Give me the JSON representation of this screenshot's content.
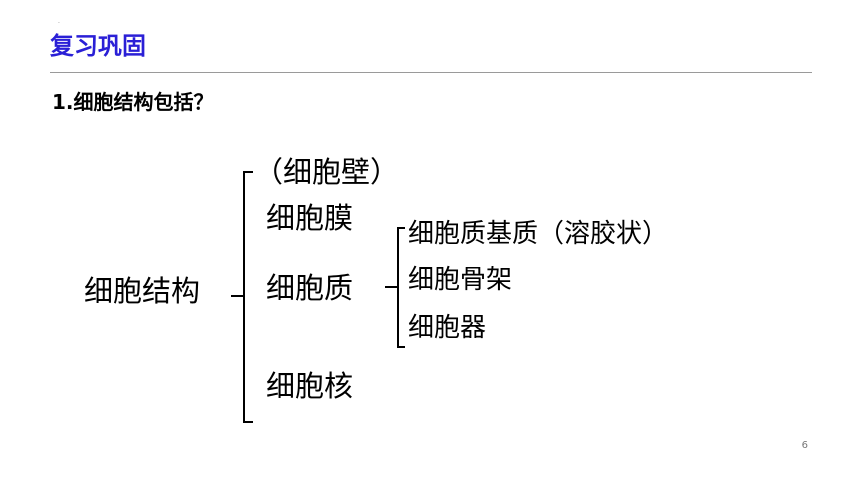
{
  "header": {
    "title": "复习巩固",
    "accent_color": "#2a1fd6"
  },
  "question": "1.细胞结构包括？",
  "diagram": {
    "root": "细胞结构",
    "level1": {
      "wall": "（细胞壁）",
      "membrane": "细胞膜",
      "cytoplasm": "细胞质",
      "nucleus": "细胞核"
    },
    "level2": {
      "matrix": "细胞质基质（溶胶状）",
      "cytoskeleton": "细胞骨架",
      "organelles": "细胞器"
    }
  },
  "footer": {
    "page_number": "6"
  }
}
